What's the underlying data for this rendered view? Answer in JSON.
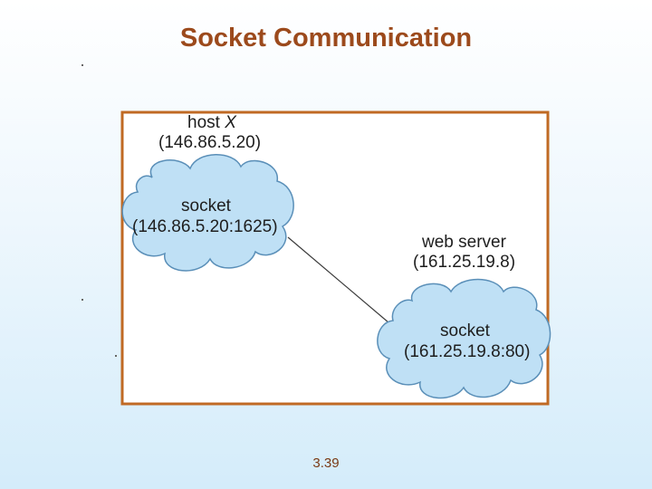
{
  "slide": {
    "title": "Socket Communication",
    "page_number": "3.39"
  },
  "diagram": {
    "host": {
      "label": "host",
      "name": "X",
      "address": "(146.86.5.20)"
    },
    "host_socket": {
      "label": "socket",
      "address": "(146.86.5.20:1625)"
    },
    "server": {
      "label": "web server",
      "address": "(161.25.19.8)"
    },
    "server_socket": {
      "label": "socket",
      "address": "(161.25.19.8:80)"
    },
    "colors": {
      "frame": "#c06a24",
      "cloud_fill": "#bfe0f5",
      "cloud_stroke": "#5a8fb8",
      "title": "#9c4a1c"
    }
  }
}
